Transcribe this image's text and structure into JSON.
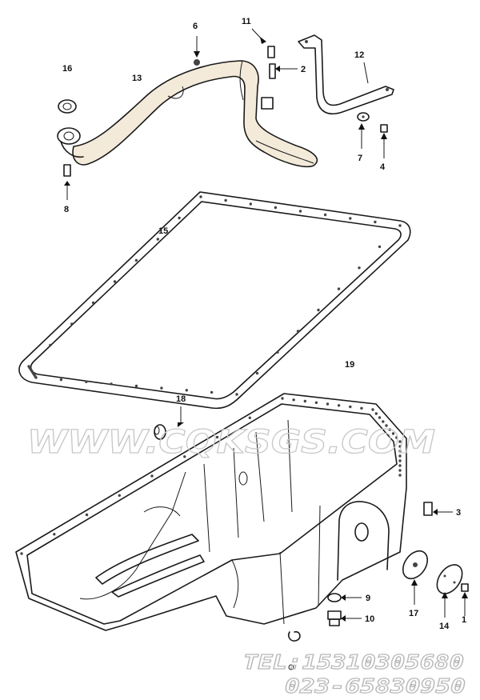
{
  "diagram": {
    "watermark": "WWW.CQKSGS.COM",
    "tel_line": "TEL:15310305680",
    "phone_line": "023-65830950",
    "callouts": {
      "c1": "1",
      "c2": "2",
      "c3": "3",
      "c4": "4",
      "c6": "6",
      "c7": "7",
      "c8": "8",
      "c9": "9",
      "c10": "10",
      "c11": "11",
      "c12": "12",
      "c13": "13",
      "c14": "14",
      "c15": "15",
      "c16": "16",
      "c17": "17",
      "c18": "18",
      "c19": "19"
    }
  }
}
